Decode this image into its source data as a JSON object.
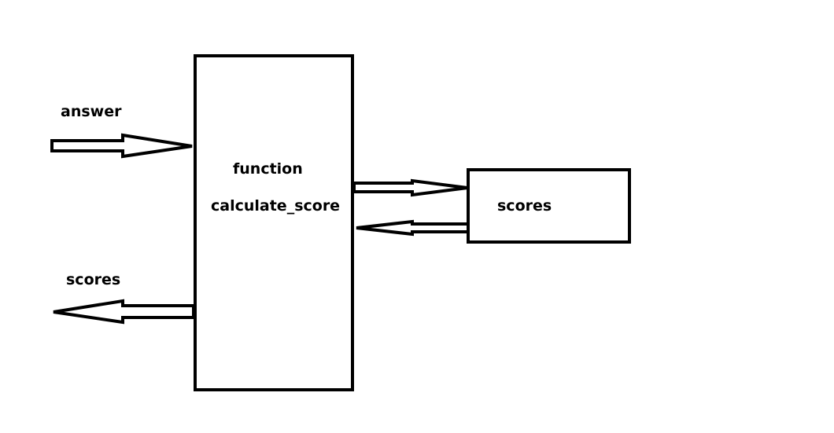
{
  "diagram": {
    "input_label": "answer",
    "output_label": "scores",
    "function_keyword": "function",
    "function_name": "calculate_score",
    "store_label": "scores"
  },
  "colors": {
    "stroke": "#000000",
    "background": "#ffffff"
  }
}
